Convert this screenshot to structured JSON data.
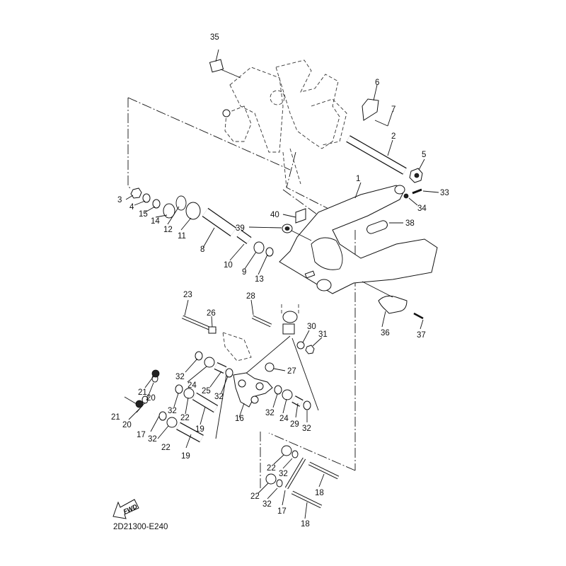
{
  "diagram": {
    "title": "Rear arm exploded view",
    "code": "2D21300-E240",
    "fwd_label": "FWD",
    "callouts": [
      {
        "id": "c1",
        "num": "1"
      },
      {
        "id": "c2",
        "num": "2"
      },
      {
        "id": "c3",
        "num": "3"
      },
      {
        "id": "c4",
        "num": "4"
      },
      {
        "id": "c5",
        "num": "5"
      },
      {
        "id": "c6",
        "num": "6"
      },
      {
        "id": "c7",
        "num": "7"
      },
      {
        "id": "c8",
        "num": "8"
      },
      {
        "id": "c9",
        "num": "9"
      },
      {
        "id": "c10",
        "num": "10"
      },
      {
        "id": "c11",
        "num": "11"
      },
      {
        "id": "c12",
        "num": "12"
      },
      {
        "id": "c13",
        "num": "13"
      },
      {
        "id": "c14",
        "num": "14"
      },
      {
        "id": "c15",
        "num": "15"
      },
      {
        "id": "c16",
        "num": "16"
      },
      {
        "id": "c17a",
        "num": "17"
      },
      {
        "id": "c17b",
        "num": "17"
      },
      {
        "id": "c18a",
        "num": "18"
      },
      {
        "id": "c18b",
        "num": "18"
      },
      {
        "id": "c19a",
        "num": "19"
      },
      {
        "id": "c19b",
        "num": "19"
      },
      {
        "id": "c20a",
        "num": "20"
      },
      {
        "id": "c20b",
        "num": "20"
      },
      {
        "id": "c21a",
        "num": "21"
      },
      {
        "id": "c21b",
        "num": "21"
      },
      {
        "id": "c22a",
        "num": "22"
      },
      {
        "id": "c22b",
        "num": "22"
      },
      {
        "id": "c22c",
        "num": "22"
      },
      {
        "id": "c22d",
        "num": "22"
      },
      {
        "id": "c23",
        "num": "23"
      },
      {
        "id": "c24a",
        "num": "24"
      },
      {
        "id": "c24b",
        "num": "24"
      },
      {
        "id": "c25",
        "num": "25"
      },
      {
        "id": "c26",
        "num": "26"
      },
      {
        "id": "c27",
        "num": "27"
      },
      {
        "id": "c28",
        "num": "28"
      },
      {
        "id": "c29",
        "num": "29"
      },
      {
        "id": "c30",
        "num": "30"
      },
      {
        "id": "c31",
        "num": "31"
      },
      {
        "id": "c32a",
        "num": "32"
      },
      {
        "id": "c32b",
        "num": "32"
      },
      {
        "id": "c32c",
        "num": "32"
      },
      {
        "id": "c32d",
        "num": "32"
      },
      {
        "id": "c32e",
        "num": "32"
      },
      {
        "id": "c32f",
        "num": "32"
      },
      {
        "id": "c32g",
        "num": "32"
      },
      {
        "id": "c32h",
        "num": "32"
      },
      {
        "id": "c33",
        "num": "33"
      },
      {
        "id": "c34",
        "num": "34"
      },
      {
        "id": "c35",
        "num": "35"
      },
      {
        "id": "c36",
        "num": "36"
      },
      {
        "id": "c37",
        "num": "37"
      },
      {
        "id": "c38",
        "num": "38"
      },
      {
        "id": "c39",
        "num": "39"
      },
      {
        "id": "c40",
        "num": "40"
      }
    ]
  }
}
